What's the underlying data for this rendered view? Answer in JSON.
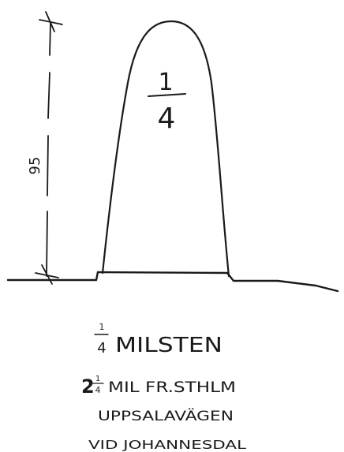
{
  "drawing": {
    "stone_fraction": {
      "numerator": "1",
      "denominator": "4"
    },
    "height_dimension": "95"
  },
  "caption": {
    "line1": {
      "fraction": {
        "numerator": "1",
        "denominator": "4"
      },
      "text": "MILSTEN"
    },
    "line2": {
      "whole": "2",
      "fraction": {
        "numerator": "1",
        "denominator": "4"
      },
      "text": "MIL FR.STHLM"
    },
    "line3": "UPPSALAVÄGEN",
    "line4": "VID JOHANNESDAL"
  }
}
